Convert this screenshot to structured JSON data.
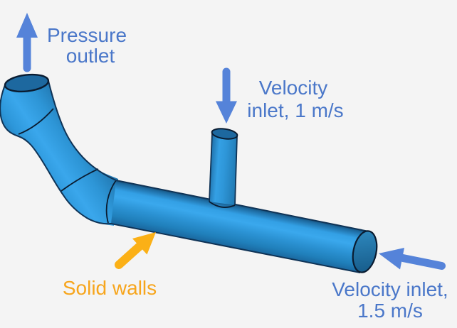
{
  "background_color": "#f4f4f4",
  "colors": {
    "label_blue": "#4a77c9",
    "arrow_blue": "#5583d9",
    "label_orange": "#f7a51c",
    "arrow_orange": "#fbb016",
    "pipe_bright_blue": "#38a6ea",
    "pipe_dark_blue": "#1a6398",
    "pipe_opening_fill": "#1d689f",
    "pipe_outline": "#0f3356",
    "seam_line": "#0a1c31"
  },
  "annotations": {
    "pressure_outlet": {
      "lines": [
        "Pressure",
        "outlet"
      ],
      "arrow_direction": "up"
    },
    "velocity_inlet_top": {
      "lines": [
        "Velocity",
        "inlet, 1 m/s"
      ],
      "arrow_direction": "down"
    },
    "velocity_inlet_right": {
      "lines": [
        "Velocity inlet,",
        "1.5 m/s"
      ],
      "arrow_direction": "left"
    },
    "solid_walls": {
      "lines": [
        "Solid walls"
      ],
      "arrow_direction": "up-right"
    }
  }
}
